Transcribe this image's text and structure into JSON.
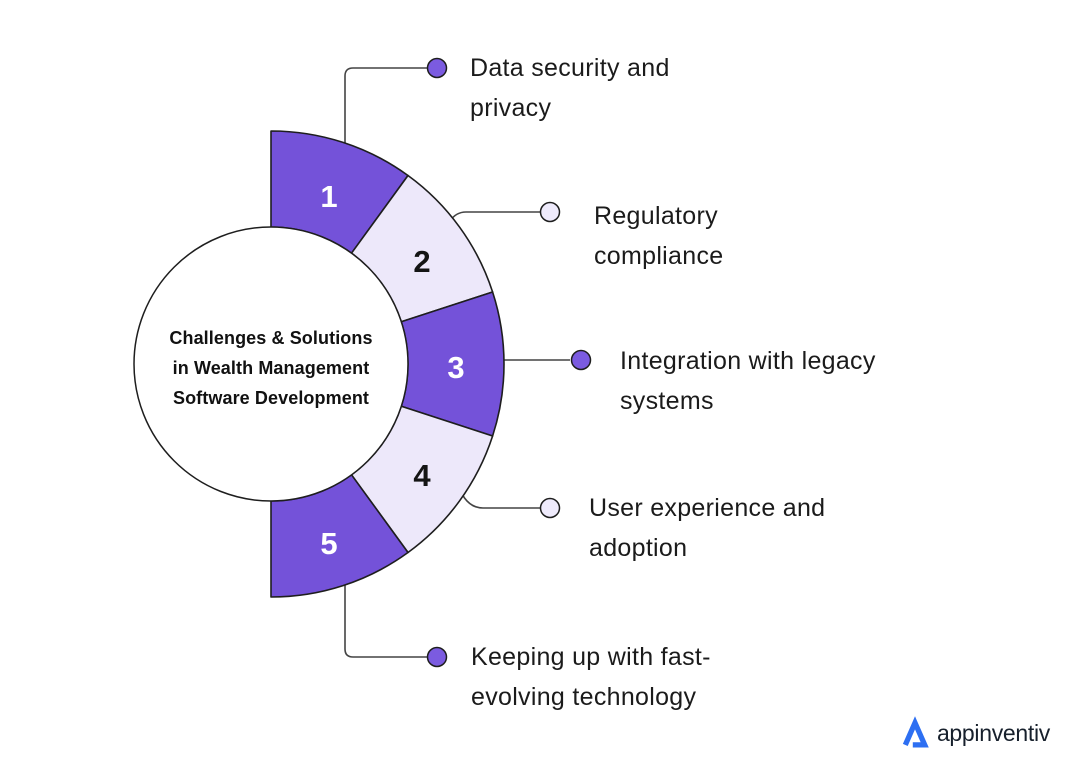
{
  "diagram": {
    "title_lines": [
      "Challenges & Solutions",
      "in Wealth Management",
      "Software Development"
    ],
    "segments": [
      {
        "number": "1",
        "label": [
          "Data security and",
          "privacy"
        ]
      },
      {
        "number": "2",
        "label": [
          "Regulatory",
          "compliance"
        ]
      },
      {
        "number": "3",
        "label": [
          "Integration with legacy",
          "systems"
        ]
      },
      {
        "number": "4",
        "label": [
          "User experience and",
          "adoption"
        ]
      },
      {
        "number": "5",
        "label": [
          "Keeping up with fast-",
          "evolving technology"
        ]
      }
    ]
  },
  "colors": {
    "purple": "#7452D9",
    "lavender": "#EDE8FA",
    "dot_purple": "#7B5BE0",
    "dot_lavender": "#EFEBFC",
    "outline": "#1E1E1E",
    "connector": "#444444",
    "logo_blue": "#2D6FF2"
  },
  "logo": {
    "brand": "appinventiv"
  }
}
